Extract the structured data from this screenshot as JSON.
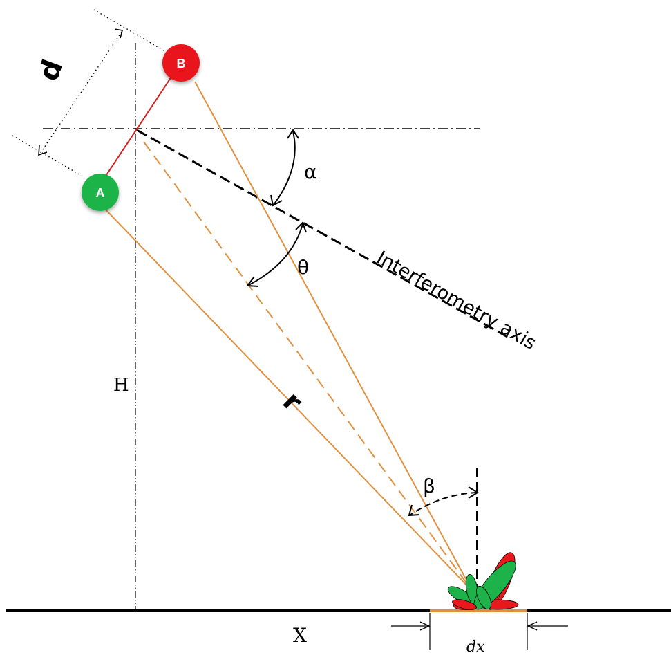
{
  "nodes": {
    "a": {
      "label": "A",
      "color": "#1db34a"
    },
    "b": {
      "label": "B",
      "color": "#e8191c"
    }
  },
  "labels": {
    "baseline": "d",
    "look_angle": "θ",
    "baseline_angle": "α",
    "range": "r",
    "height": "H",
    "ground_distance": "X",
    "incidence": "β",
    "cell_width": "dx",
    "axis": "Interferometry axis"
  },
  "colors": {
    "ray": "#e0913f",
    "baseline_line": "#d42020",
    "scatterer_red": "#e8191c",
    "scatterer_green": "#1db34a",
    "ground": "#000000"
  }
}
